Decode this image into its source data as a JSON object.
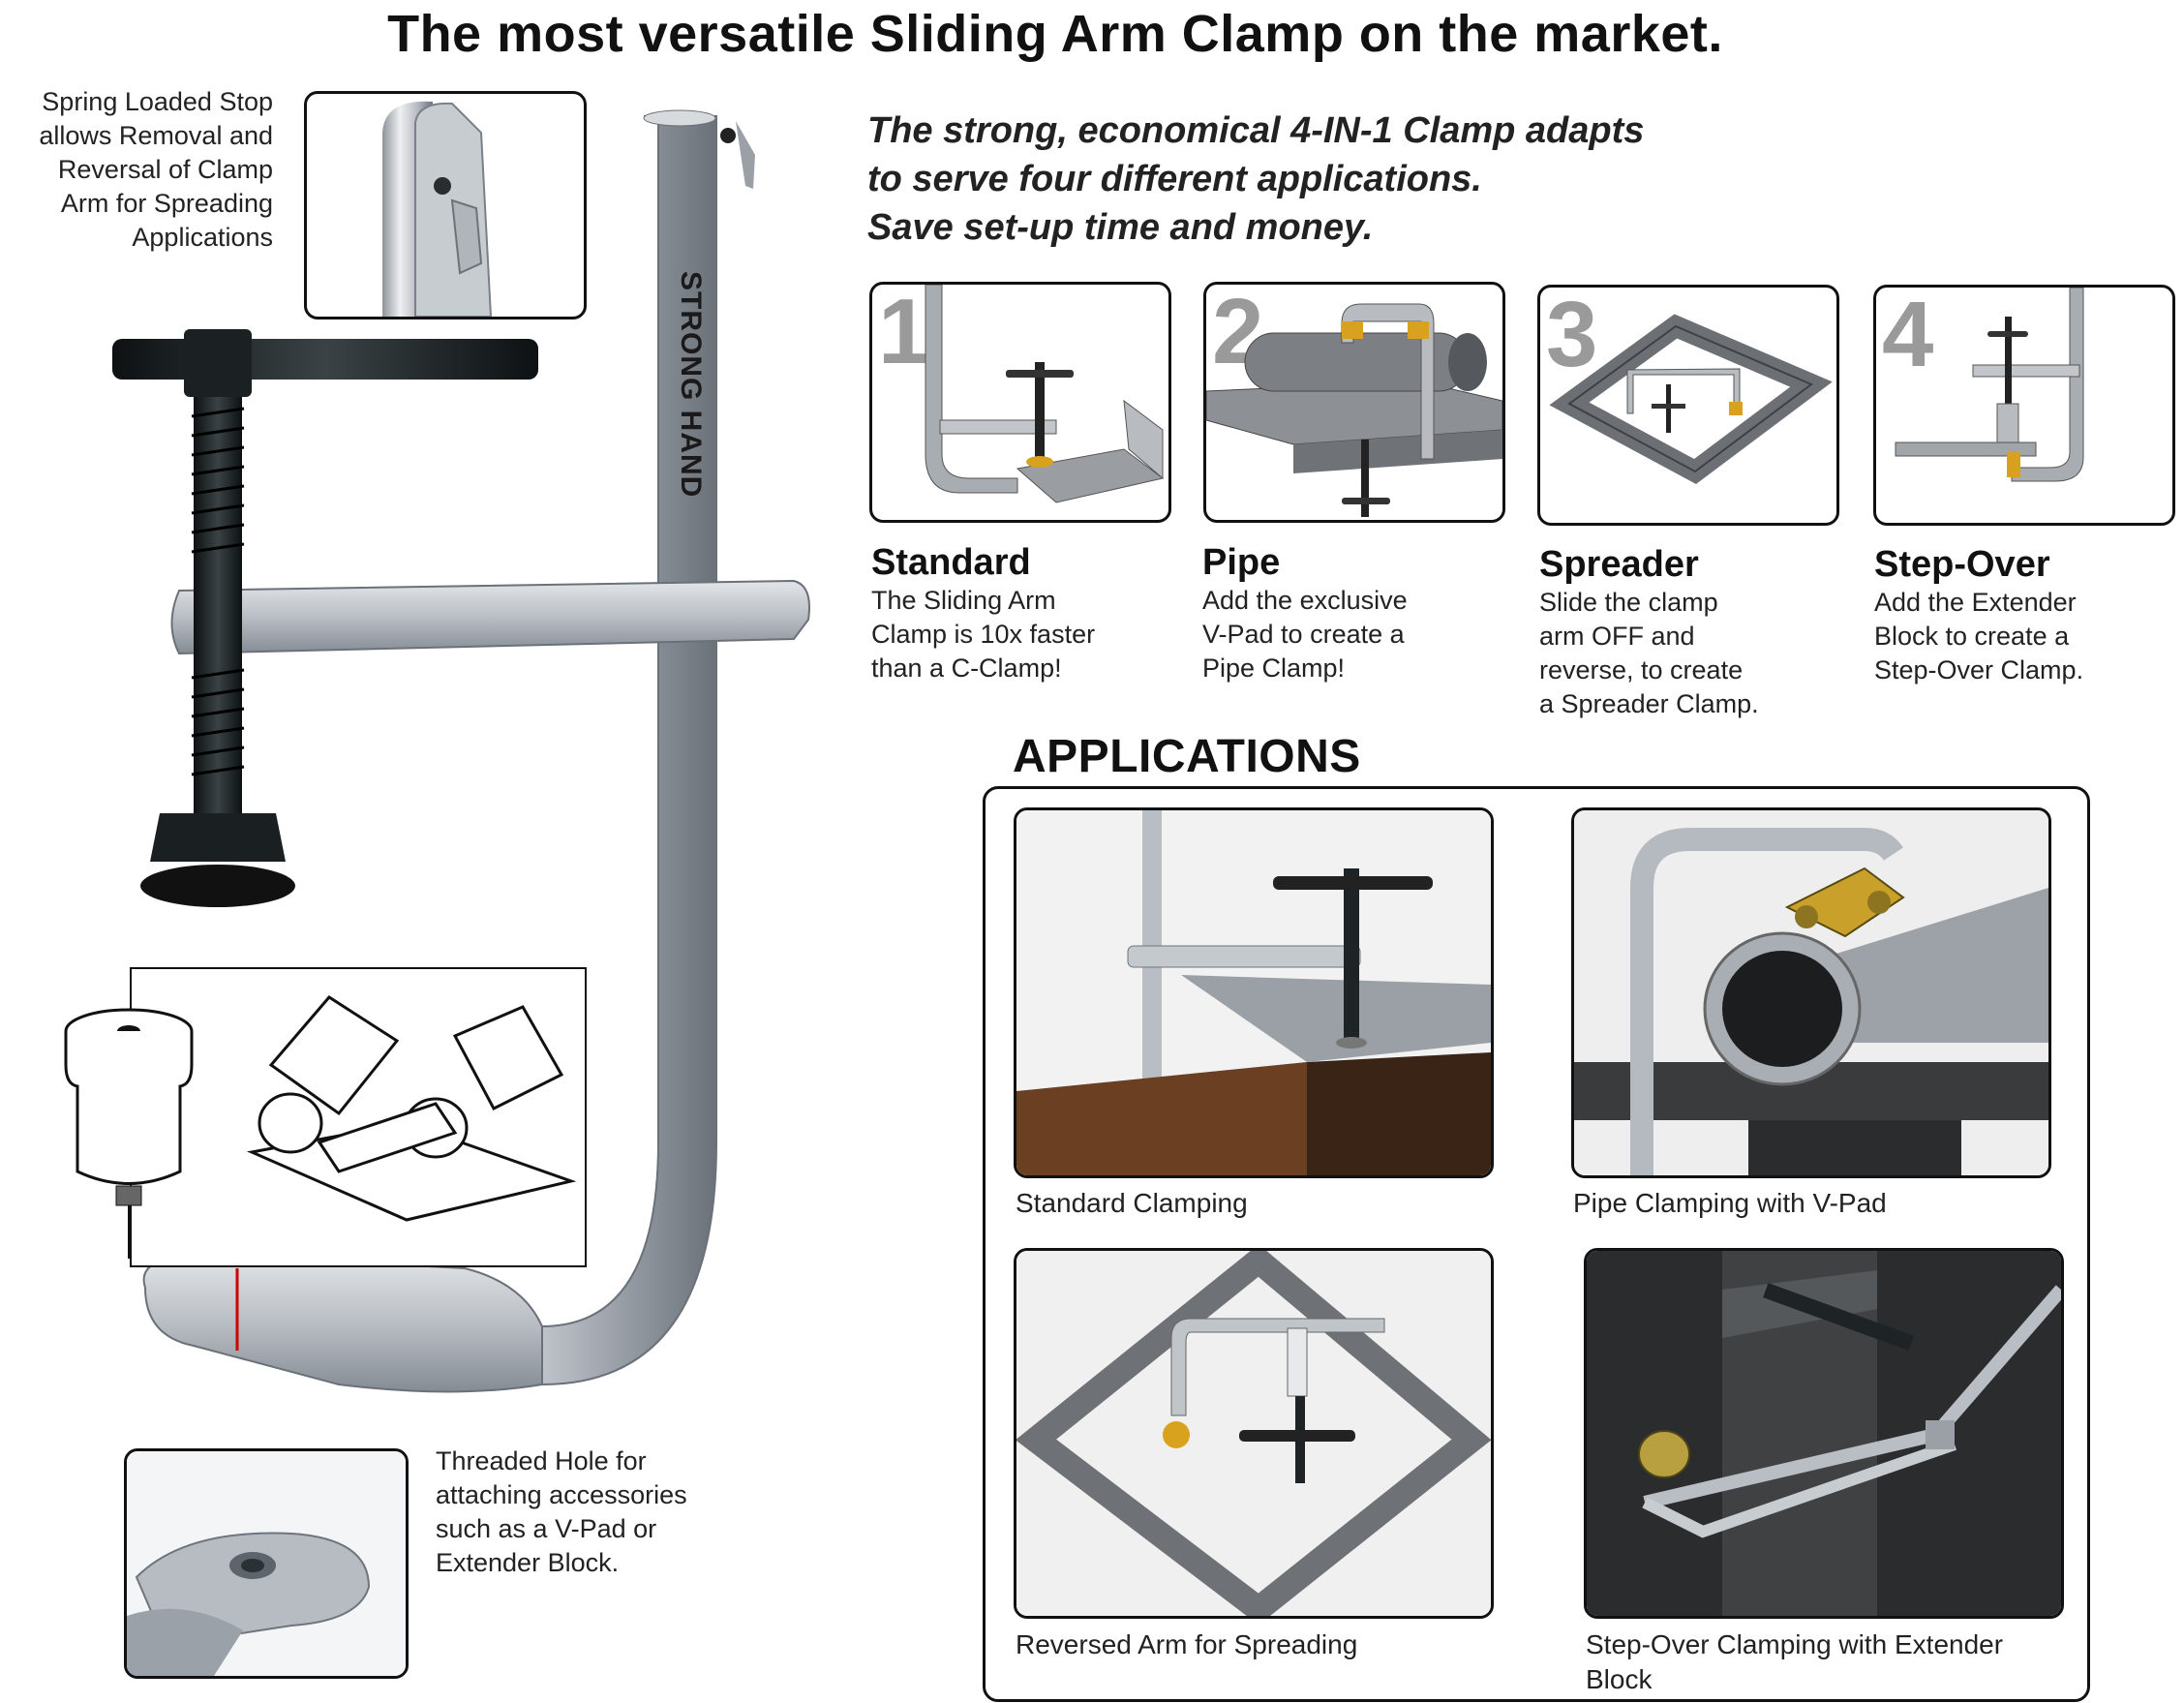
{
  "title": "The most versatile Sliding Arm Clamp on the market.",
  "callouts": {
    "spring_stop": [
      "Spring Loaded Stop",
      "allows Removal and",
      "Reversal of Clamp",
      "Arm for Spreading",
      "Applications"
    ],
    "threaded_hole": [
      "Threaded Hole for",
      "attaching accessories",
      "such as a V-Pad or",
      "Extender Block."
    ]
  },
  "brand_text": "STRONG HAND",
  "tagline": [
    "The strong, economical 4-IN-1 Clamp adapts",
    "to serve four different applications.",
    "Save set-up time and money."
  ],
  "modes": [
    {
      "number": "1",
      "title": "Standard",
      "desc": [
        "The Sliding Arm",
        "Clamp is 10x faster",
        "than a C-Clamp!"
      ]
    },
    {
      "number": "2",
      "title": "Pipe",
      "desc": [
        "Add the exclusive",
        "V-Pad to create a",
        "Pipe Clamp!"
      ]
    },
    {
      "number": "3",
      "title": "Spreader",
      "desc": [
        "Slide the clamp",
        "arm OFF and",
        "reverse, to create",
        "a Spreader Clamp."
      ]
    },
    {
      "number": "4",
      "title": "Step-Over",
      "desc": [
        "Add the Extender",
        "Block to create a",
        "Step-Over Clamp."
      ]
    }
  ],
  "applications": {
    "heading": "APPLICATIONS",
    "items": [
      {
        "caption": [
          "Standard Clamping"
        ]
      },
      {
        "caption": [
          "Pipe Clamping with V-Pad"
        ]
      },
      {
        "caption": [
          "Reversed Arm for Spreading"
        ]
      },
      {
        "caption": [
          "Step-Over Clamping with Extender",
          "Block"
        ]
      }
    ]
  },
  "colors": {
    "chrome": "#b9bec4",
    "chrome_dark": "#7d848b",
    "black_steel": "#1e2426",
    "brass": "#d9a21e",
    "number_gray": "#9a9a9a",
    "rust": "#6b3f22"
  }
}
